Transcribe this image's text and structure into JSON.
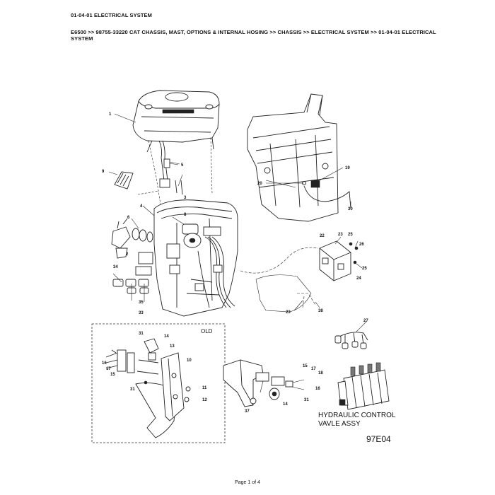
{
  "document": {
    "title": "01-04-01 ELECTRICAL SYSTEM",
    "breadcrumb": "E6500 >> 98755-33220 CAT CHASSIS, MAST, OPTIONS & INTERNAL HOSING >> CHASSIS >> ELECTRICAL SYSTEM >> 01-04-01 ELECTRICAL SYSTEM",
    "footer": "Page 1 of 4"
  },
  "diagram": {
    "old_label": "OLD",
    "hydraulic_label_line1": "HYDRAULIC CONTROL",
    "hydraulic_label_line2": "VAVLE ASSY",
    "drawing_code": "97E04",
    "callouts": {
      "c1": "1",
      "c2": "2",
      "c3": "3",
      "c4": "4",
      "c5": "5",
      "c6": "6",
      "c8": "8",
      "c9": "9",
      "c19": "19",
      "c20": "20",
      "c30": "30",
      "c22": "22",
      "c23a": "23",
      "c25a": "25",
      "c26": "26",
      "c25b": "25",
      "c24": "24",
      "c23b": "23",
      "c38": "38",
      "c34": "34",
      "c35": "35",
      "c33": "33",
      "c27": "27",
      "o31a": "31",
      "o14": "14",
      "o13": "13",
      "o16": "16",
      "o17": "17",
      "o15": "15",
      "o10": "10",
      "o11": "11",
      "o12": "12",
      "o31b": "31",
      "n15": "15",
      "n17": "17",
      "n18": "18",
      "n16": "16",
      "n37": "37",
      "n14": "14",
      "n31": "31"
    }
  }
}
